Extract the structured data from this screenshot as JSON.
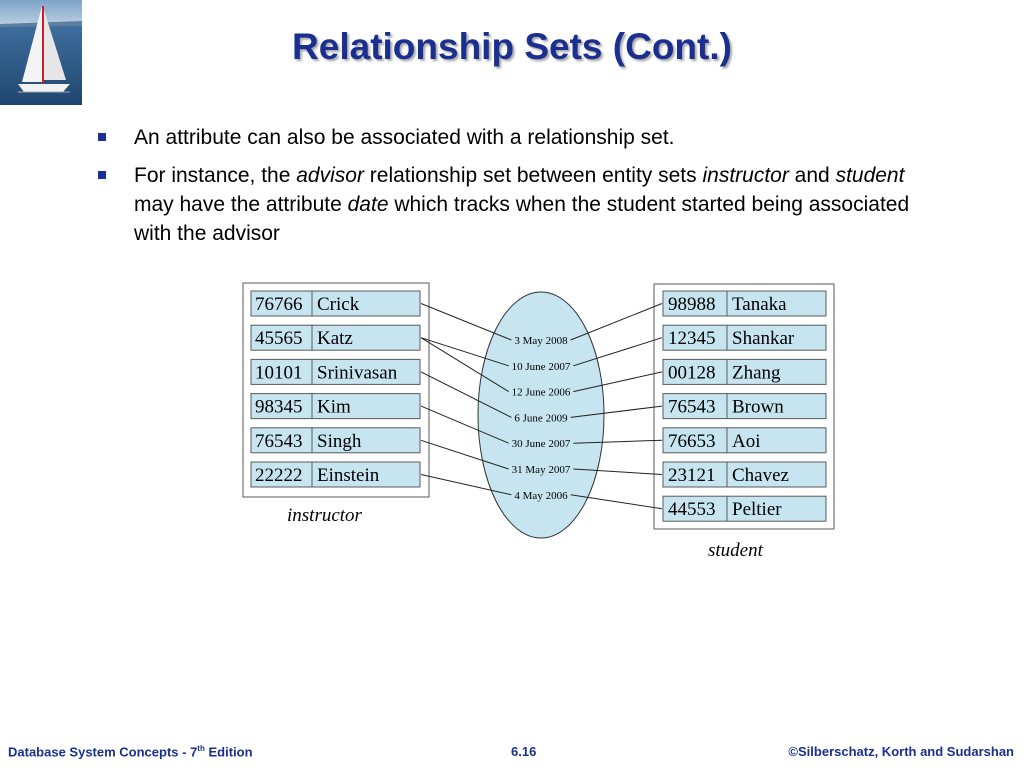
{
  "slide": {
    "title": "Relationship Sets (Cont.)",
    "bullet1": "An attribute can also be associated with a relationship set.",
    "bullet2": {
      "t1": "For instance, the ",
      "i1": "advisor",
      "t2": " relationship set between entity sets ",
      "i2": "instructor",
      "t3": " and ",
      "i3": "student",
      "t4": " may have the attribute ",
      "i4": "date",
      "t5": " which tracks when the student started being associated with the advisor"
    }
  },
  "diagram": {
    "instructor_label": "instructor",
    "student_label": "student",
    "instructors": [
      {
        "id": "76766",
        "name": "Crick"
      },
      {
        "id": "45565",
        "name": "Katz"
      },
      {
        "id": "10101",
        "name": "Srinivasan"
      },
      {
        "id": "98345",
        "name": "Kim"
      },
      {
        "id": "76543",
        "name": "Singh"
      },
      {
        "id": "22222",
        "name": "Einstein"
      }
    ],
    "students": [
      {
        "id": "98988",
        "name": "Tanaka"
      },
      {
        "id": "12345",
        "name": "Shankar"
      },
      {
        "id": "00128",
        "name": "Zhang"
      },
      {
        "id": "76543",
        "name": "Brown"
      },
      {
        "id": "76653",
        "name": "Aoi"
      },
      {
        "id": "23121",
        "name": "Chavez"
      },
      {
        "id": "44553",
        "name": "Peltier"
      }
    ],
    "dates": [
      "3 May 2008",
      "10 June 2007",
      "12 June 2006",
      "6 June 2009",
      "30 June 2007",
      "31 May 2007",
      "4 May 2006"
    ],
    "links": [
      {
        "instructor": 0,
        "date": 0,
        "student": 0
      },
      {
        "instructor": 1,
        "date": 1,
        "student": 1
      },
      {
        "instructor": 1,
        "date": 2,
        "student": 2
      },
      {
        "instructor": 2,
        "date": 3,
        "student": 3
      },
      {
        "instructor": 3,
        "date": 4,
        "student": 4
      },
      {
        "instructor": 4,
        "date": 5,
        "student": 5
      },
      {
        "instructor": 5,
        "date": 6,
        "student": 6
      }
    ]
  },
  "footer": {
    "left": "Database System Concepts - 7",
    "left_sup": "th",
    "left_end": " Edition",
    "center": "6.16",
    "right": "©Silberschatz, Korth and Sudarshan"
  }
}
